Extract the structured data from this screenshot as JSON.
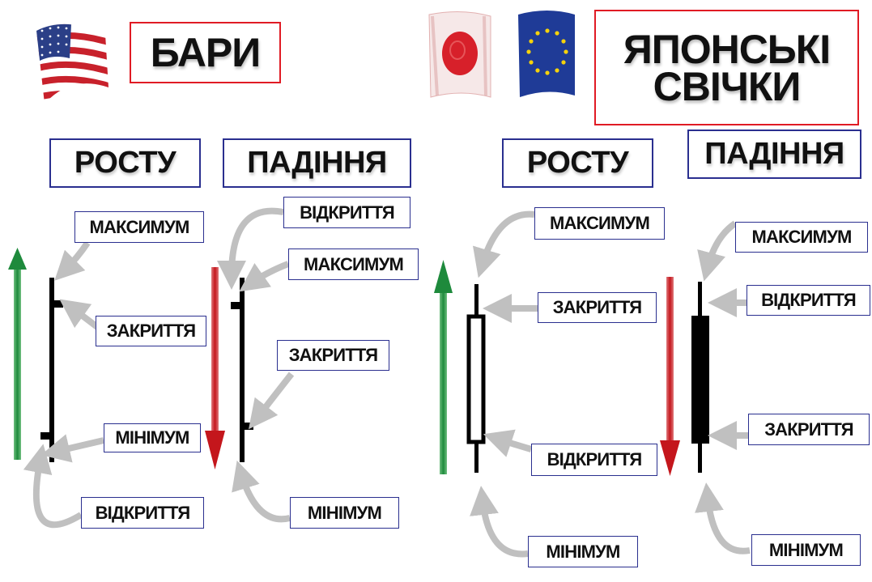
{
  "bars_section": {
    "title": "БАРИ",
    "bullish": {
      "header": "РОСТУ",
      "labels": {
        "max": "МАКСИМУМ",
        "close": "ЗАКРИТТЯ",
        "min": "МІНІМУМ",
        "open": "ВІДКРИТТЯ"
      }
    },
    "bearish": {
      "header": "ПАДІННЯ",
      "labels": {
        "open": "ВІДКРИТТЯ",
        "max": "МАКСИМУМ",
        "close": "ЗАКРИТТЯ",
        "min": "МІНІМУМ"
      }
    }
  },
  "candles_section": {
    "title_line1": "ЯПОНСЬКІ",
    "title_line2": "СВІЧКИ",
    "bullish": {
      "header": "РОСТУ",
      "labels": {
        "max": "МАКСИМУМ",
        "close": "ЗАКРИТТЯ",
        "open": "ВІДКРИТТЯ",
        "min": "МІНІМУМ"
      }
    },
    "bearish": {
      "header": "ПАДІННЯ",
      "labels": {
        "max": "МАКСИМУМ",
        "open": "ВІДКРИТТЯ",
        "close": "ЗАКРИТТЯ",
        "min": "МІНІМУМ"
      }
    }
  },
  "colors": {
    "up_arrow": "#1e8a3c",
    "down_arrow": "#c4161c",
    "title_border": "#e01b24",
    "header_border": "#2a2f8f",
    "pointer_arrows": "#c0c0c0"
  },
  "icons": [
    "usa-flag-icon",
    "japan-flag-icon",
    "eu-flag-icon"
  ]
}
